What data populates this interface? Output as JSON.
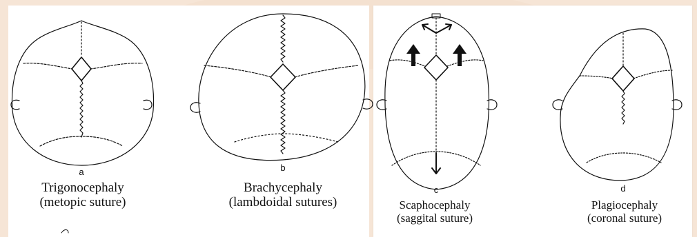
{
  "figures": [
    {
      "letter": "a",
      "name": "Trigonocephaly",
      "suture": "(metopic suture)"
    },
    {
      "letter": "b",
      "name": "Brachycephaly",
      "suture": "(lambdoidal sutures)"
    },
    {
      "letter": "c",
      "name": "Scaphocephaly",
      "suture": "(saggital suture)"
    },
    {
      "letter": "d",
      "name": "Plagiocephaly",
      "suture": "(coronal suture)"
    }
  ],
  "colors": {
    "background": "#f6e5d6",
    "panel": "#ffffff",
    "ink": "#111111"
  }
}
